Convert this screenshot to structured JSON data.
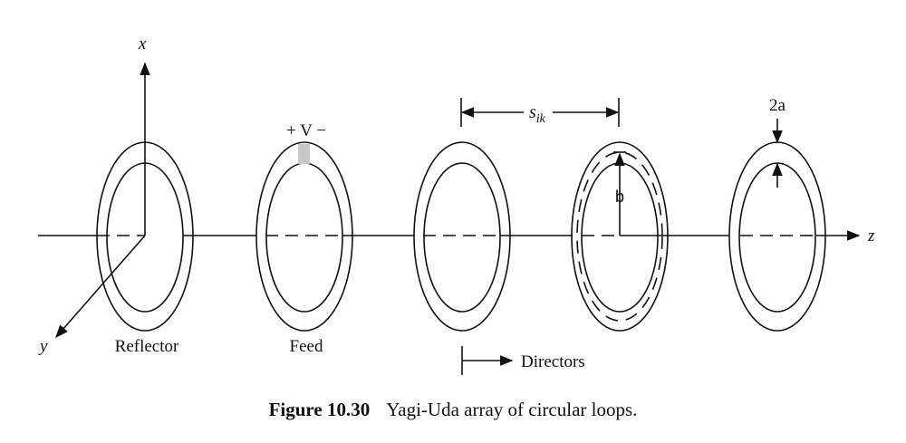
{
  "axes": {
    "x": "x",
    "y": "y",
    "z": "z"
  },
  "loops": [
    {
      "label": "Reflector",
      "role": "reflector"
    },
    {
      "label": "Feed",
      "role": "feed",
      "source": "+ V −"
    },
    {
      "label": "",
      "role": "director"
    },
    {
      "label": "",
      "role": "director"
    },
    {
      "label": "",
      "role": "director"
    }
  ],
  "annotations": {
    "spacing": "s",
    "spacing_sub": "ik",
    "wire_diameter": "2a",
    "loop_radius": "b",
    "directors": "Directors"
  },
  "caption": {
    "number": "Figure 10.30",
    "text": "Yagi-Uda array of circular loops."
  }
}
